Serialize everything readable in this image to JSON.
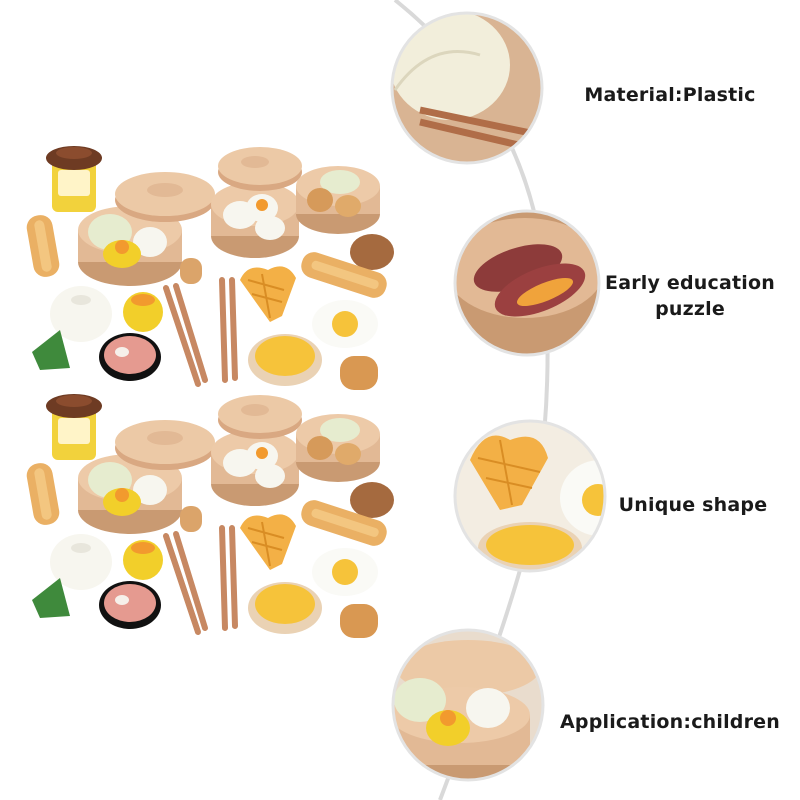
{
  "features": [
    {
      "name": "material",
      "lines": [
        "Material:Plastic"
      ]
    },
    {
      "name": "education",
      "lines": [
        "Early education",
        "puzzle"
      ]
    },
    {
      "name": "shape",
      "lines": [
        "Unique shape"
      ]
    },
    {
      "name": "application",
      "lines": [
        "Application:children"
      ]
    }
  ],
  "colors": {
    "bamboo": "#e2b995",
    "bamboo_dark": "#c99a72",
    "dumpling": "#f7f6ef",
    "yolk": "#f6c33a",
    "waffle": "#f3b046",
    "chopstick": "#c78862",
    "connector": "#d9d9d9",
    "background": "#ffffff"
  },
  "icons": [
    "cup-icon",
    "steamer-icon",
    "bun-icon",
    "shumai-icon",
    "fried-egg-icon",
    "egg-tart-icon",
    "waffle-icon",
    "dough-stick-icon",
    "zongzi-icon",
    "noodle-bowl-icon",
    "chopsticks-icon",
    "sweet-potato-icon"
  ]
}
